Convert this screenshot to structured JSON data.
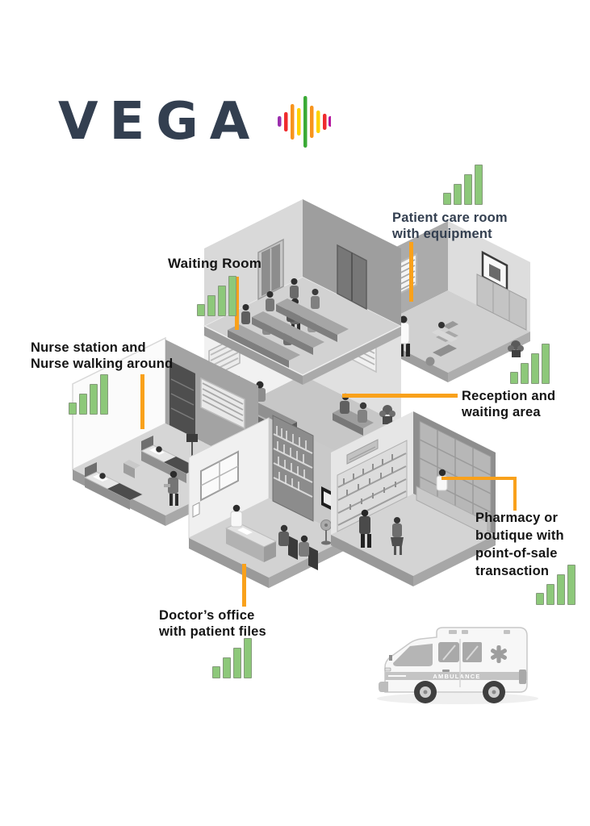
{
  "logo": {
    "text": "VEGA",
    "color": "#333f50",
    "wave_icon": "audio-wave-icon",
    "wave_colors": [
      "#9b2fae",
      "#ef2b2d",
      "#f7941d",
      "#ffd200",
      "#3aaa35",
      "#f7941d",
      "#ffd200",
      "#ef2b2d",
      "#b5179e"
    ]
  },
  "accent": {
    "callout_color": "#f9a11b",
    "signal_bar_fill": "#8dc87a",
    "signal_bar_border": "#85997c",
    "signal_icon": "signal-bars-icon"
  },
  "labels": {
    "patient_care": {
      "lines": [
        "Patient care room",
        "with equipment"
      ],
      "color": "#333f50"
    },
    "waiting_room": {
      "lines": [
        "Waiting Room"
      ],
      "color": "#141414"
    },
    "nurse_station": {
      "lines": [
        "Nurse station and",
        "Nurse walking around"
      ],
      "color": "#141414"
    },
    "reception": {
      "lines": [
        "Reception and",
        "waiting area"
      ],
      "color": "#141414"
    },
    "pharmacy": {
      "lines": [
        "Pharmacy or",
        "boutique with",
        "point-of-sale",
        "transaction"
      ],
      "color": "#141414"
    },
    "doctors_office": {
      "lines": [
        "Doctor’s office",
        "with patient files"
      ],
      "color": "#141414"
    }
  },
  "ambulance": {
    "label_text": "AMBULANCE"
  }
}
